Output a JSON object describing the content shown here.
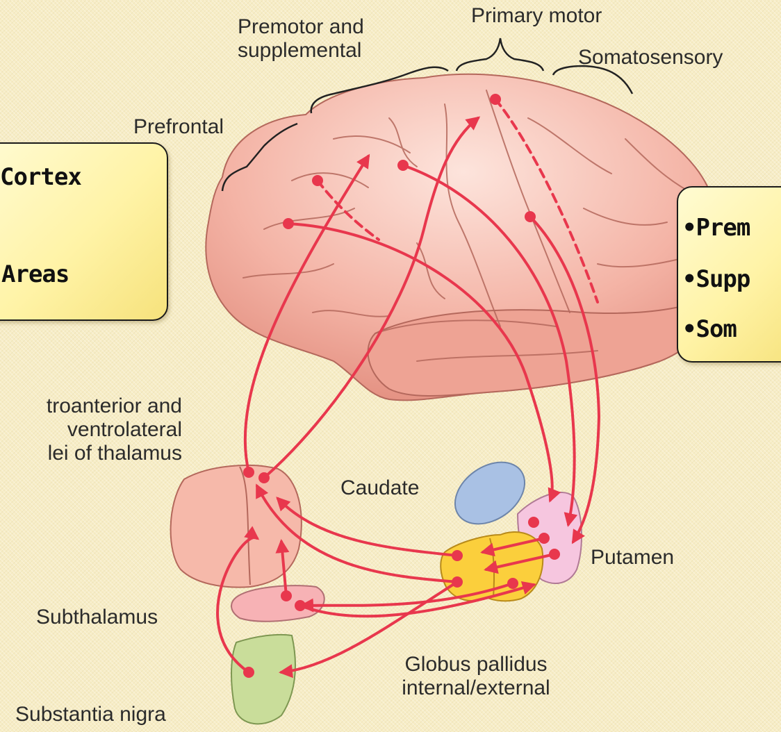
{
  "labels": {
    "premotor_supplemental": [
      "Premotor and",
      "supplemental"
    ],
    "primary_motor": "Primary motor",
    "somatosensory": "Somatosensory",
    "prefrontal": "Prefrontal",
    "thalamus": [
      "troanterior and",
      "ventrolateral",
      "lei of thalamus"
    ],
    "caudate": "Caudate",
    "putamen": "Putamen",
    "subthalamus": "Subthalamus",
    "substantia_nigra": "Substantia nigra",
    "globus_pallidus": [
      "Globus pallidus",
      "internal/external"
    ]
  },
  "left_box": {
    "line1": "Cortex",
    "line2": "Areas"
  },
  "right_box": {
    "items": [
      "•Prem",
      "•Supp",
      "•Som"
    ]
  },
  "colors": {
    "pathway": "#e8374d",
    "brain": "#f1a99b",
    "thalamus": "#f6b9aa",
    "caudate": "#a9c1e4",
    "putamen": "#f6c6df",
    "globus_pallidus": "#fbcf3c",
    "subthalamus": "#f7b2b5",
    "substantia_nigra": "#c9dd9a"
  }
}
